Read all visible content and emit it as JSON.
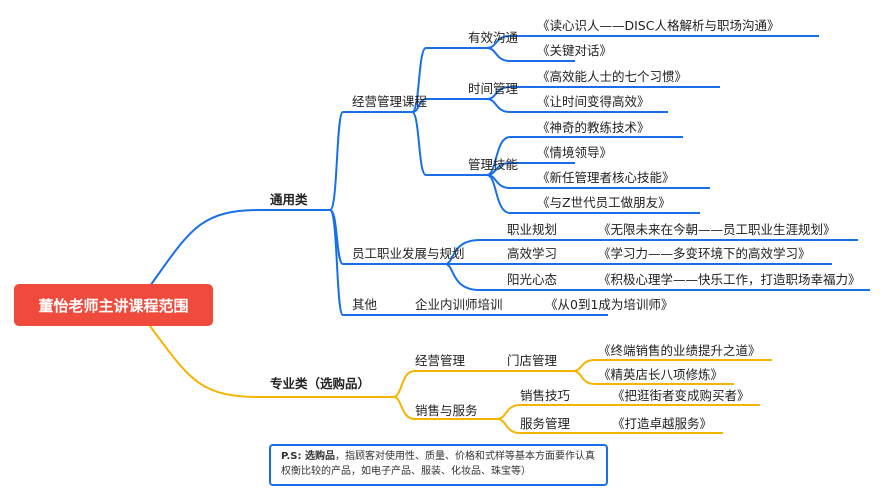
{
  "root": "董怡老师主讲课程范围",
  "colors": {
    "general": "#1a6fe8",
    "professional": "#f5b400",
    "root": "#ef4a3c"
  },
  "general": {
    "label": "通用类",
    "mgmt": {
      "label": "经营管理课程",
      "comm": {
        "label": "有效沟通",
        "leaves": [
          "《读心识人——DISC人格解析与职场沟通》",
          "《关键对话》"
        ]
      },
      "time": {
        "label": "时间管理",
        "leaves": [
          "《高效能人士的七个习惯》",
          "《让时间变得高效》"
        ]
      },
      "skill": {
        "label": "管理技能",
        "leaves": [
          "《神奇的教练技术》",
          "《情境领导》",
          "《新任管理者核心技能》",
          "《与Z世代员工做朋友》"
        ]
      }
    },
    "career": {
      "label": "员工职业发展与规划",
      "items": [
        {
          "label": "职业规划",
          "course": "《无限未来在今朝——员工职业生涯规划》"
        },
        {
          "label": "高效学习",
          "course": "《学习力——多变环境下的高效学习》"
        },
        {
          "label": "阳光心态",
          "course": "《积极心理学——快乐工作，打造职场幸福力》"
        }
      ]
    },
    "other": {
      "label": "其他",
      "sub": "企业内训师培训",
      "course": "《从0到1成为培训师》"
    }
  },
  "professional": {
    "label": "专业类（选购品）",
    "ops": {
      "label": "经营管理",
      "sub": "门店管理",
      "leaves": [
        "《终端销售的业绩提升之道》",
        "《精英店长八项修炼》"
      ]
    },
    "sales": {
      "label": "销售与服务",
      "items": [
        {
          "label": "销售技巧",
          "course": "《把逛街者变成购买者》"
        },
        {
          "label": "服务管理",
          "course": "《打造卓越服务》"
        }
      ]
    }
  },
  "note": {
    "prefix": "P.S: 选购品",
    "text": "，指顾客对使用性、质量、价格和式样等基本方面要作认真权衡比较的产品，如电子产品、服装、化妆品、珠宝等）"
  }
}
